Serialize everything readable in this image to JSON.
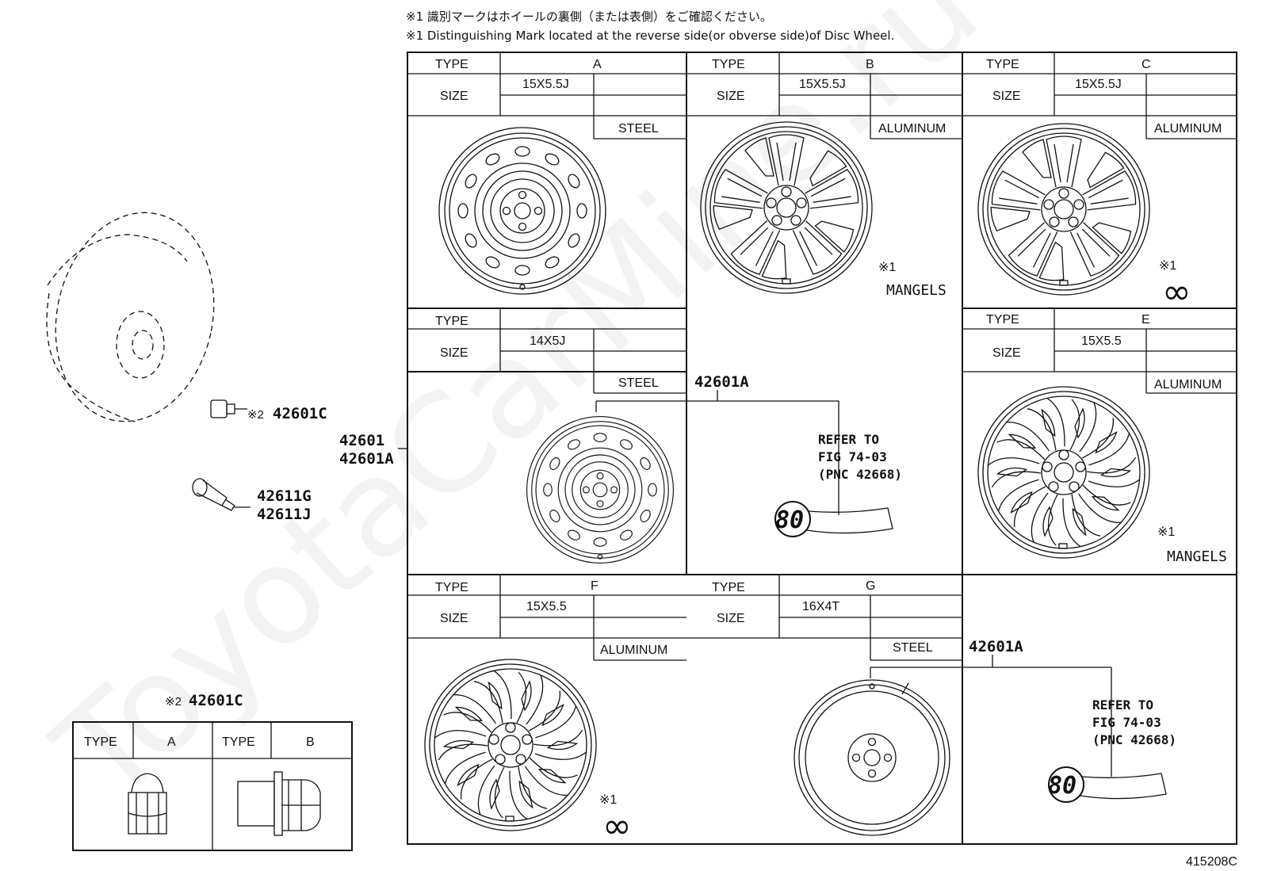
{
  "header": {
    "note_jp": "※1 識別マークはホイールの裏側（または表側）をご確認ください。",
    "note_en": "※1 Distinguishing Mark located at the reverse side(or obverse side)of Disc Wheel."
  },
  "watermark": "ToyotaCarMine.ru",
  "labels": {
    "type": "TYPE",
    "size": "SIZE",
    "note_mark": "※1",
    "steel": "STEEL",
    "aluminum": "ALUMINUM",
    "mangels": "MANGELS",
    "infinity": "∞",
    "speed_sticker": "80"
  },
  "wheels": {
    "A": {
      "type": "A",
      "size": "15X5.5J",
      "material": "STEEL"
    },
    "B": {
      "type": "B",
      "size": "15X5.5J",
      "material": "ALUMINUM",
      "mark": "MANGELS"
    },
    "C": {
      "type": "C",
      "size": "15X5.5J",
      "material": "ALUMINUM",
      "mark": "∞"
    },
    "D": {
      "type": "",
      "size": "14X5J",
      "material": "STEEL"
    },
    "E": {
      "type": "E",
      "size": "15X5.5",
      "material": "ALUMINUM",
      "mark": "MANGELS"
    },
    "F": {
      "type": "F",
      "size": "15X5.5",
      "material": "ALUMINUM",
      "mark": "∞"
    },
    "G": {
      "type": "G",
      "size": "16X4T",
      "material": "STEEL"
    }
  },
  "callouts": {
    "spare_pn": "42601A",
    "refer_1": "REFER TO",
    "refer_2": "FIG 74-03",
    "refer_3": "(PNC 42668)"
  },
  "parts": {
    "wheel_pn_1": "42601",
    "wheel_pn_2": "42601A",
    "nut_mark": "※2",
    "nut_pn": "42601C",
    "valve_pn_1": "42611G",
    "valve_pn_2": "42611J"
  },
  "nut_table": {
    "title_mark": "※2",
    "title_pn": "42601C",
    "type_a": "A",
    "type_b": "B"
  },
  "figure_id": "415208C"
}
